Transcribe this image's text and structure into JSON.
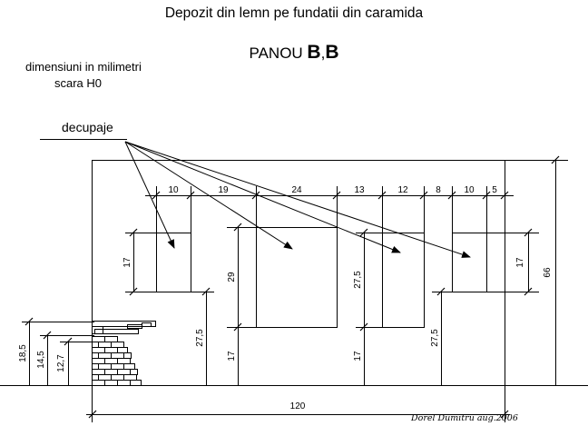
{
  "header": {
    "title": "Depozit din lemn pe fundatii din caramida",
    "panel_prefix": "PANOU ",
    "panel_letter_1": "B",
    "panel_sep": ",",
    "panel_letter_2": "B"
  },
  "notes": {
    "units": "dimensiuni in milimetri",
    "scale": "scara H0",
    "cutouts": "decupaje",
    "author": "Dorel Dumitru aug.2006"
  },
  "dimensions": {
    "top": [
      "10",
      "19",
      "24",
      "13",
      "12",
      "8",
      "10",
      "5"
    ],
    "window1_height": "17",
    "door_height": "29",
    "door_sill": "17",
    "window1_sill": "27,5",
    "window2_height": "27,5",
    "window2_sill": "17",
    "window3_sill": "27,5",
    "window4_height": "17",
    "total_height": "66",
    "total_width": "120",
    "foundation_1": "18,5",
    "foundation_2": "14,5",
    "foundation_3": "12,7"
  }
}
